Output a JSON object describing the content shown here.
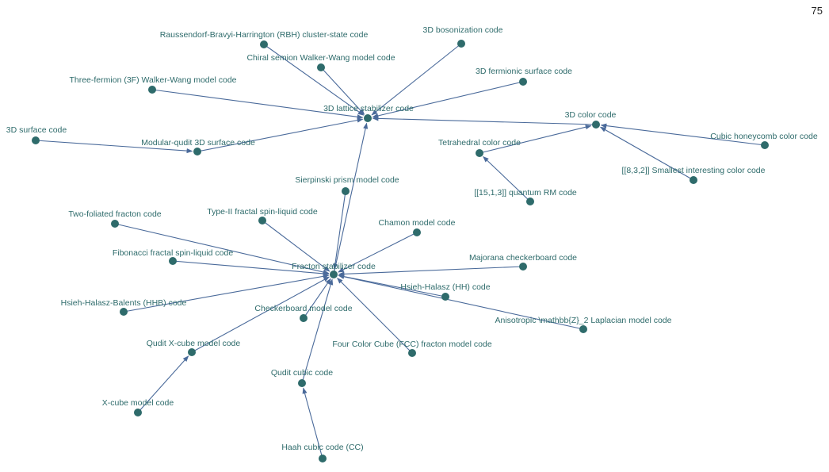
{
  "page": {
    "number": "75"
  },
  "colors": {
    "node": "#2e6b6b",
    "edge": "#4a6a9a",
    "label": "#2e6b6b"
  },
  "nodes": [
    {
      "id": "rbh",
      "label": "Raussendorf-Bravyi-Harrington (RBH) cluster-state code"
    },
    {
      "id": "bos",
      "label": "3D bosonization code"
    },
    {
      "id": "chiral",
      "label": "Chiral semion Walker-Wang model code"
    },
    {
      "id": "3f",
      "label": "Three-fermion (3F) Walker-Wang model code"
    },
    {
      "id": "fermsurf",
      "label": "3D fermionic surface code"
    },
    {
      "id": "lattice",
      "label": "3D lattice stabilizer code"
    },
    {
      "id": "color",
      "label": "3D color code"
    },
    {
      "id": "surf",
      "label": "3D surface code"
    },
    {
      "id": "modular",
      "label": "Modular-qudit 3D surface code"
    },
    {
      "id": "cubic",
      "label": "Cubic honeycomb color code"
    },
    {
      "id": "tetra",
      "label": "Tetrahedral color code"
    },
    {
      "id": "smallest",
      "label": "[[8,3,2]] Smallest interesting color code"
    },
    {
      "id": "rm",
      "label": "[[15,1,3]] quantum RM code"
    },
    {
      "id": "sierp",
      "label": "Sierpinski prism model code"
    },
    {
      "id": "twofol",
      "label": "Two-foliated fracton code"
    },
    {
      "id": "type2",
      "label": "Type-II fractal spin-liquid code"
    },
    {
      "id": "chamon",
      "label": "Chamon model code"
    },
    {
      "id": "fib",
      "label": "Fibonacci fractal spin-liquid code"
    },
    {
      "id": "fracton",
      "label": "Fracton stabilizer code"
    },
    {
      "id": "majorana",
      "label": "Majorana checkerboard code"
    },
    {
      "id": "hh",
      "label": "Hsieh-Halasz (HH) code"
    },
    {
      "id": "hhb",
      "label": "Hsieh-Halasz-Balents (HHB) code"
    },
    {
      "id": "checker",
      "label": "Checkerboard model code"
    },
    {
      "id": "aniso",
      "label": "Anisotropic \\mathbb{Z}_2 Laplacian model code"
    },
    {
      "id": "quditx",
      "label": "Qudit X-cube model code"
    },
    {
      "id": "fcc",
      "label": "Four Color Cube (FCC) fracton model code"
    },
    {
      "id": "quditc",
      "label": "Qudit cubic code"
    },
    {
      "id": "xcube",
      "label": "X-cube model code"
    },
    {
      "id": "haah",
      "label": "Haah cubic code (CC)"
    }
  ],
  "edges": [
    [
      "rbh",
      "lattice"
    ],
    [
      "bos",
      "lattice"
    ],
    [
      "chiral",
      "lattice"
    ],
    [
      "3f",
      "lattice"
    ],
    [
      "fermsurf",
      "lattice"
    ],
    [
      "color",
      "lattice"
    ],
    [
      "modular",
      "lattice"
    ],
    [
      "surf",
      "modular"
    ],
    [
      "tetra",
      "color"
    ],
    [
      "cubic",
      "color"
    ],
    [
      "smallest",
      "color"
    ],
    [
      "rm",
      "tetra"
    ],
    [
      "fracton",
      "lattice"
    ],
    [
      "sierp",
      "fracton"
    ],
    [
      "twofol",
      "fracton"
    ],
    [
      "type2",
      "fracton"
    ],
    [
      "chamon",
      "fracton"
    ],
    [
      "fib",
      "fracton"
    ],
    [
      "majorana",
      "fracton"
    ],
    [
      "hh",
      "fracton"
    ],
    [
      "hhb",
      "fracton"
    ],
    [
      "checker",
      "fracton"
    ],
    [
      "aniso",
      "fracton"
    ],
    [
      "quditx",
      "fracton"
    ],
    [
      "fcc",
      "fracton"
    ],
    [
      "quditc",
      "fracton"
    ],
    [
      "xcube",
      "quditx"
    ],
    [
      "haah",
      "quditc"
    ]
  ]
}
